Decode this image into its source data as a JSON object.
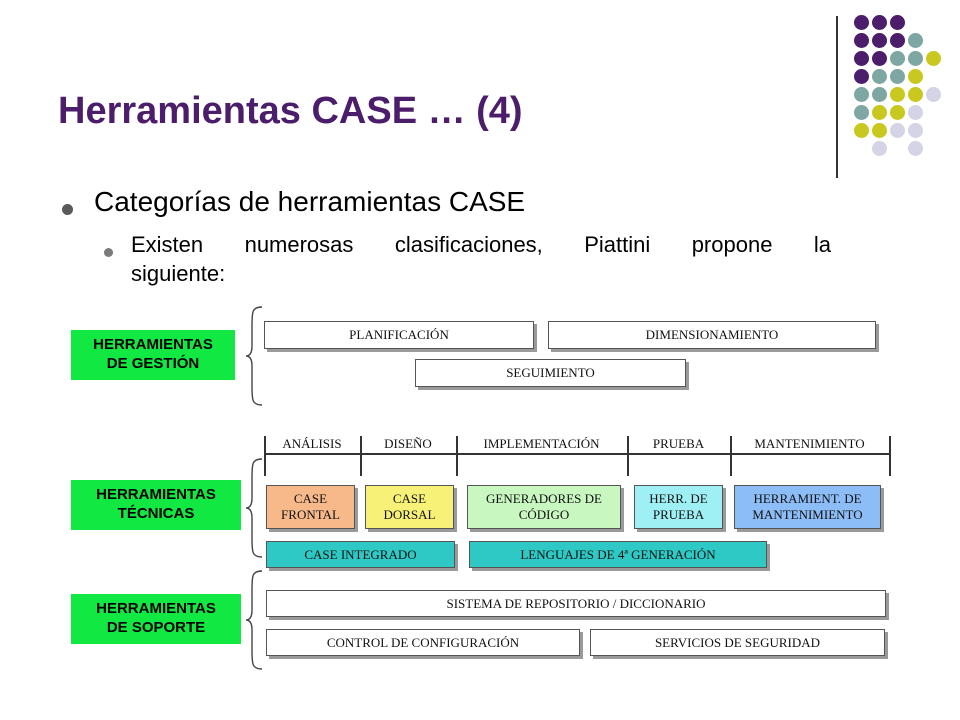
{
  "slide": {
    "title": "Herramientas CASE … (4)",
    "bullet_1": "Categorías de herramientas CASE",
    "bullet_2_line_1": "Existen numerosas clasificaciones, Piattini propone la",
    "bullet_2_line_2": "siguiente:"
  },
  "diagram": {
    "gestion": {
      "label_line_1": "HERRAMIENTAS",
      "label_line_2": "DE GESTIÓN",
      "boxes": [
        "PLANIFICACIÓN",
        "DIMENSIONAMIENTO",
        "SEGUIMIENTO"
      ]
    },
    "tecnicas": {
      "label_line_1": "HERRAMIENTAS",
      "label_line_2": "TÉCNICAS",
      "phases": [
        "ANÁLISIS",
        "DISEÑO",
        "IMPLEMENTACIÓN",
        "PRUEBA",
        "MANTENIMIENTO"
      ],
      "tools": [
        {
          "line_1": "CASE",
          "line_2": "FRONTAL",
          "color": "#f8b98a"
        },
        {
          "line_1": "CASE",
          "line_2": "DORSAL",
          "color": "#f7f277"
        },
        {
          "line_1": "GENERADORES DE",
          "line_2": "CÓDIGO",
          "color": "#c8f7c0"
        },
        {
          "line_1": "HERR. DE",
          "line_2": "PRUEBA",
          "color": "#9ff0f5"
        },
        {
          "line_1": "HERRAMIENT. DE",
          "line_2": "MANTENIMIENTO",
          "color": "#8cbdf7"
        }
      ],
      "integrated": [
        "CASE INTEGRADO",
        "LENGUAJES DE 4ª GENERACIÓN"
      ],
      "integrated_color": "#2ec9c4"
    },
    "soporte": {
      "label_line_1": "HERRAMIENTAS",
      "label_line_2": "DE SOPORTE",
      "boxes": [
        "SISTEMA DE REPOSITORIO / DICCIONARIO",
        "CONTROL DE CONFIGURACIÓN",
        "SERVICIOS DE SEGURIDAD"
      ]
    },
    "category_color": "#11e841"
  },
  "colors": {
    "title": "#4b1d6b",
    "dot_purple": "#4b1d6b",
    "dot_teal": "#7ea6a3",
    "dot_olive": "#c8c81e",
    "dot_lavender": "#d4d4e6"
  }
}
